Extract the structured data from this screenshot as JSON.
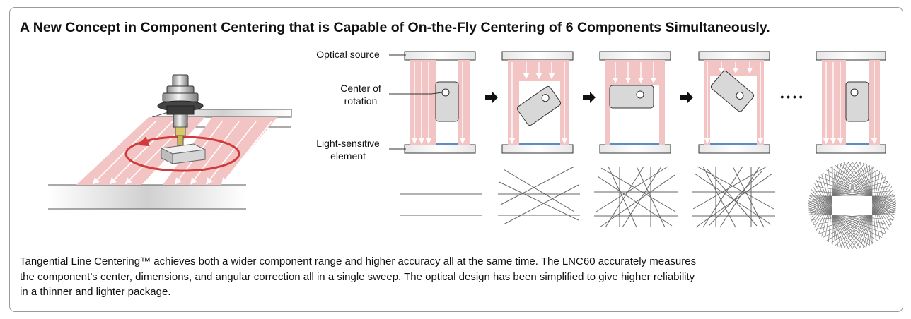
{
  "title": "A New Concept in Component Centering that is Capable of On-the-Fly Centering of 6 Components Simultaneously.",
  "labels": {
    "optical_source": "Optical source",
    "center_of_rotation_1": "Center of",
    "center_of_rotation_2": "rotation",
    "light_sensitive_1": "Light-sensitive",
    "light_sensitive_2": "element",
    "ellipsis": "• • • •"
  },
  "description": [
    "Tangential Line Centering™ achieves both a wider component range and higher accuracy all at the same time.  The LNC60 accurately measures",
    "the component’s center, dimensions, and angular correction all in a single sweep.  The optical design has been simplified to give higher reliability",
    "in a thinner and lighter package."
  ],
  "colors": {
    "beam": "#f2c4c4",
    "beam_arrow": "#ffffff",
    "sensor": "#5b8cc4",
    "rotation_arrow": "#d23a3a",
    "component": "#d8d8d8"
  },
  "icons": [
    "nozzle-icon",
    "arrow-right-icon"
  ]
}
